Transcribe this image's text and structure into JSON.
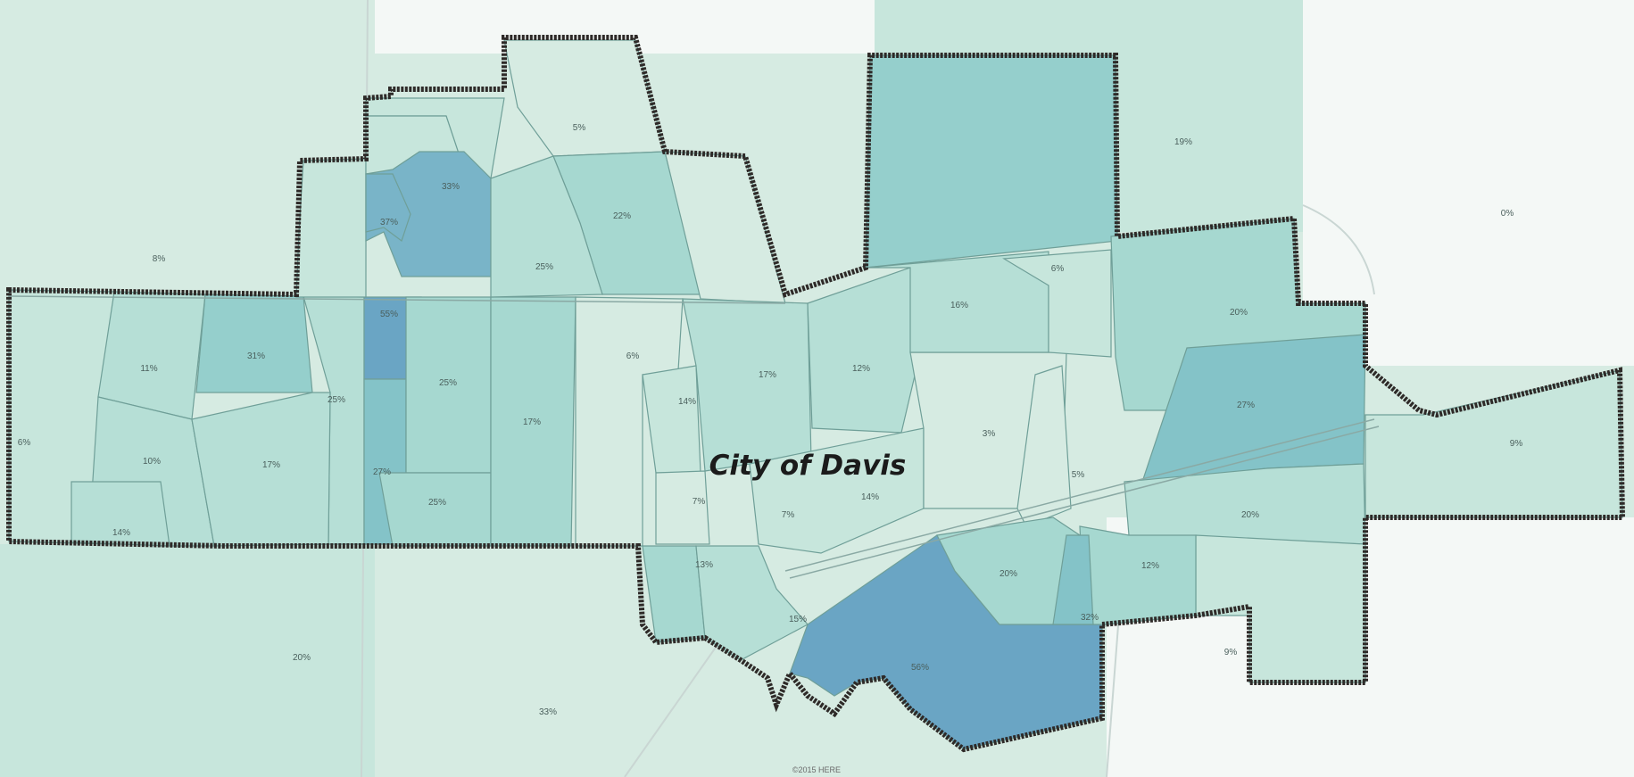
{
  "map": {
    "title": "City of Davis",
    "credit": "©2015 HERE",
    "colors": {
      "c0": "#f4f8f6",
      "c1": "#d6ebe2",
      "c2": "#c7e6dc",
      "c3": "#b6dfd6",
      "c4": "#a6d8d0",
      "c5": "#95cfcc",
      "c6": "#84c3c8",
      "c7": "#79b4c8",
      "c8": "#6aa5c4",
      "boundary": "#2e2a28"
    },
    "outside_labels": [
      {
        "id": "nw",
        "text": "8%"
      },
      {
        "id": "ne",
        "text": "19%"
      },
      {
        "id": "east",
        "text": "0%"
      },
      {
        "id": "sw",
        "text": "20%"
      },
      {
        "id": "s",
        "text": "33%"
      },
      {
        "id": "se",
        "text": "9%"
      }
    ],
    "tract_labels": [
      {
        "id": "t-n1",
        "text": "5%"
      },
      {
        "id": "t-n2",
        "text": "33%"
      },
      {
        "id": "t-n3",
        "text": "37%"
      },
      {
        "id": "t-n4",
        "text": "22%"
      },
      {
        "id": "t-n5",
        "text": "25%"
      },
      {
        "id": "t-ne1",
        "text": "6%"
      },
      {
        "id": "t-ne2",
        "text": "16%"
      },
      {
        "id": "t-ne3",
        "text": "20%"
      },
      {
        "id": "t-w1",
        "text": "11%"
      },
      {
        "id": "t-w2",
        "text": "31%"
      },
      {
        "id": "t-w3",
        "text": "55%"
      },
      {
        "id": "t-w4",
        "text": "25%"
      },
      {
        "id": "t-w5",
        "text": "25%"
      },
      {
        "id": "t-w6",
        "text": "10%"
      },
      {
        "id": "t-w7",
        "text": "17%"
      },
      {
        "id": "t-w8",
        "text": "27%"
      },
      {
        "id": "t-w9",
        "text": "25%"
      },
      {
        "id": "t-w10",
        "text": "14%"
      },
      {
        "id": "t-w11",
        "text": "6%"
      },
      {
        "id": "t-c1",
        "text": "17%"
      },
      {
        "id": "t-c2",
        "text": "6%"
      },
      {
        "id": "t-c3",
        "text": "14%"
      },
      {
        "id": "t-c4",
        "text": "17%"
      },
      {
        "id": "t-c5",
        "text": "12%"
      },
      {
        "id": "t-c6",
        "text": "7%"
      },
      {
        "id": "t-c7",
        "text": "7%"
      },
      {
        "id": "t-c8",
        "text": "14%"
      },
      {
        "id": "t-c9",
        "text": "3%"
      },
      {
        "id": "t-c10",
        "text": "5%"
      },
      {
        "id": "t-e1",
        "text": "27%"
      },
      {
        "id": "t-e2",
        "text": "9%"
      },
      {
        "id": "t-e3",
        "text": "20%"
      },
      {
        "id": "t-s1",
        "text": "13%"
      },
      {
        "id": "t-s2",
        "text": "15%"
      },
      {
        "id": "t-s3",
        "text": "56%"
      },
      {
        "id": "t-s4",
        "text": "20%"
      },
      {
        "id": "t-s5",
        "text": "12%"
      },
      {
        "id": "t-s6",
        "text": "32%"
      }
    ]
  }
}
